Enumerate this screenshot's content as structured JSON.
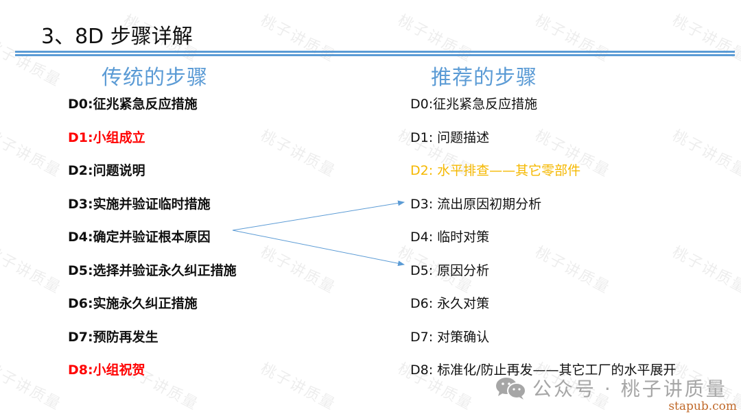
{
  "slide": {
    "title": "3、8D  步骤详解"
  },
  "colors": {
    "accent_blue": "#5b9bd5",
    "highlight_red": "#ff0000",
    "highlight_orange": "#f5b800",
    "text_dark": "#111111",
    "watermark": "#e8e8e8"
  },
  "watermark": {
    "text": "桃子讲质量"
  },
  "traditional": {
    "heading": "传统的步骤",
    "items": [
      {
        "label": "D0:征兆紧急反应措施",
        "color": "#111111"
      },
      {
        "label": "D1:小组成立",
        "color": "#ff0000"
      },
      {
        "label": "D2:问题说明",
        "color": "#111111"
      },
      {
        "label": "D3:实施并验证临时措施",
        "color": "#111111"
      },
      {
        "label": "D4:确定并验证根本原因",
        "color": "#111111"
      },
      {
        "label": "D5:选择并验证永久纠正措施",
        "color": "#111111"
      },
      {
        "label": "D6:实施永久纠正措施",
        "color": "#111111"
      },
      {
        "label": "D7:预防再发生",
        "color": "#111111"
      },
      {
        "label": "D8:小组祝贺",
        "color": "#ff0000"
      }
    ]
  },
  "recommended": {
    "heading": "推荐的步骤",
    "items": [
      {
        "label": "D0:征兆紧急反应措施",
        "color": "#111111"
      },
      {
        "label": "D1: 问题描述",
        "color": "#111111"
      },
      {
        "label": "D2: 水平排查——其它零部件",
        "color": "#f5b800"
      },
      {
        "label": "D3: 流出原因初期分析",
        "color": "#111111"
      },
      {
        "label": "D4: 临时对策",
        "color": "#111111"
      },
      {
        "label": "D5: 原因分析",
        "color": "#111111"
      },
      {
        "label": "D6: 永久对策",
        "color": "#111111"
      },
      {
        "label": "D7: 对策确认",
        "color": "#111111"
      },
      {
        "label": "D8: 标准化/防止再发——其它工厂的水平展开",
        "color": "#111111"
      }
    ]
  },
  "connectors": {
    "from": "D4:确定并验证根本原因",
    "to": [
      "D3: 流出原因初期分析",
      "D5: 原因分析"
    ]
  },
  "footer": {
    "brand_icon": "wechat-icon",
    "brand_text": "公众号 · 桃子讲质量",
    "site": "stapub.com"
  }
}
